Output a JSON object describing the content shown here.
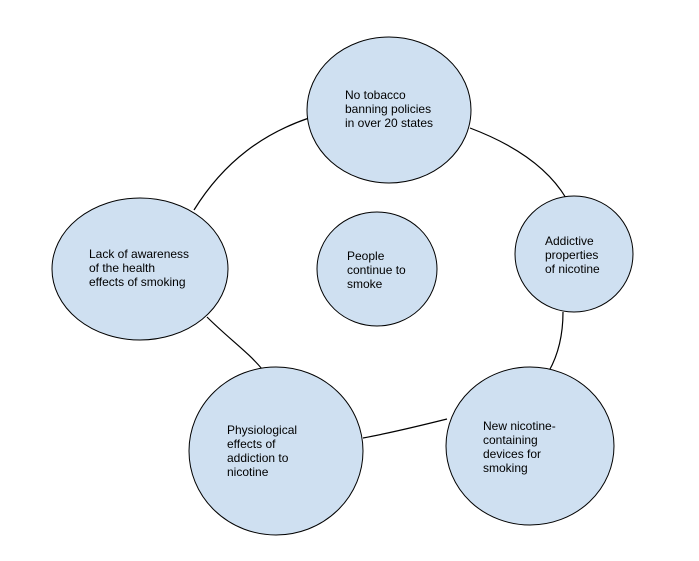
{
  "colors": {
    "node_fill": "#cfe0f1",
    "node_stroke": "#000000",
    "connector": "#000000"
  },
  "nodes": {
    "center": {
      "lines": [
        "People",
        "continue to",
        "smoke"
      ]
    },
    "top": {
      "lines": [
        "No tobacco",
        "banning policies",
        "in over 20 states"
      ]
    },
    "right": {
      "lines": [
        "Addictive",
        "properties",
        "of nicotine"
      ]
    },
    "bottom_right": {
      "lines": [
        "New nicotine-",
        "containing",
        "devices for",
        "smoking"
      ]
    },
    "bottom_left": {
      "lines": [
        "Physiological",
        "effects of",
        "addiction to",
        "nicotine"
      ]
    },
    "left": {
      "lines": [
        "Lack of awareness",
        "of the health",
        "effects of smoking"
      ]
    }
  }
}
